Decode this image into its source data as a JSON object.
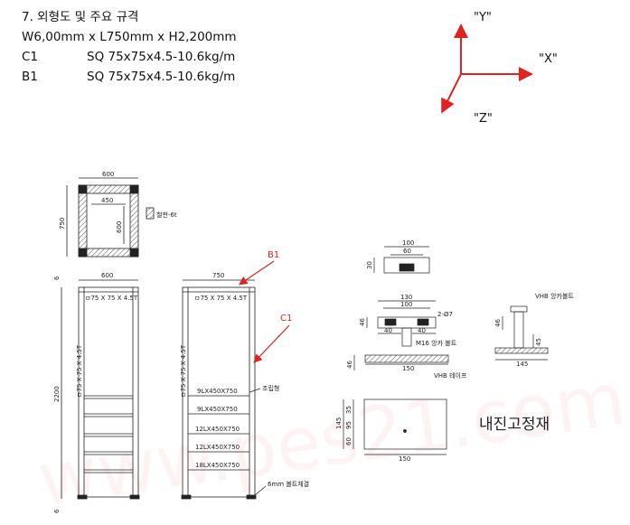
{
  "spec": {
    "title": "7. 외형도 및 주요 규격",
    "dims": "W6,00mm x L750mm x H2,200mm",
    "rows": [
      {
        "label": "C1",
        "value": "SQ 75x75x4.5-10.6kg/m"
      },
      {
        "label": "B1",
        "value": "SQ 75x75x4.5-10.6kg/m"
      }
    ]
  },
  "axes": {
    "y": "\"Y\"",
    "x": "\"X\"",
    "z": "\"Z\""
  },
  "top_view": {
    "width": "600",
    "inner": "450",
    "depth": "750",
    "inner_depth": "600",
    "plate": "철판-6t"
  },
  "front_view": {
    "width": "600",
    "height": "2200",
    "top_member": "ㅁ75 X 75 X 4.5T",
    "post": "ㅁ75 X 75 X 4.5T",
    "bottom": "6",
    "top": "6"
  },
  "side_view": {
    "width": "750",
    "top_member": "ㅁ75 X 75 X 4.5T",
    "post": "ㅁ75 X 75 X 4.5T",
    "shelves": [
      "9LX450X750",
      "9LX450X750",
      "12LX450X750",
      "12LX450X750",
      "18LX450X750"
    ],
    "assembly": "조립형",
    "bolt": "6mm 볼트체결",
    "b1": "B1",
    "c1": "C1"
  },
  "detail": {
    "top_dims": [
      "100",
      "60"
    ],
    "top_h": "30",
    "mid_dims": [
      "130",
      "100",
      "40",
      "40"
    ],
    "mid_h": "46",
    "hole": "2-Ø7",
    "bolt_a": "M16 앙카 볼트",
    "bolt_b": "VHB 테이프",
    "base_w": "150",
    "base_h": "46",
    "right_w": "145",
    "right_note": "VHB 앙카볼트",
    "right_h": "46",
    "right_s": "45",
    "plan_w": "150",
    "plan_h": "145",
    "plan_a": "35",
    "plan_b": "95",
    "plan_c": "60",
    "title": "내진고정재"
  },
  "watermark": "www.pes21.com",
  "colors": {
    "accent": "#e0231e",
    "line": "#222222"
  }
}
